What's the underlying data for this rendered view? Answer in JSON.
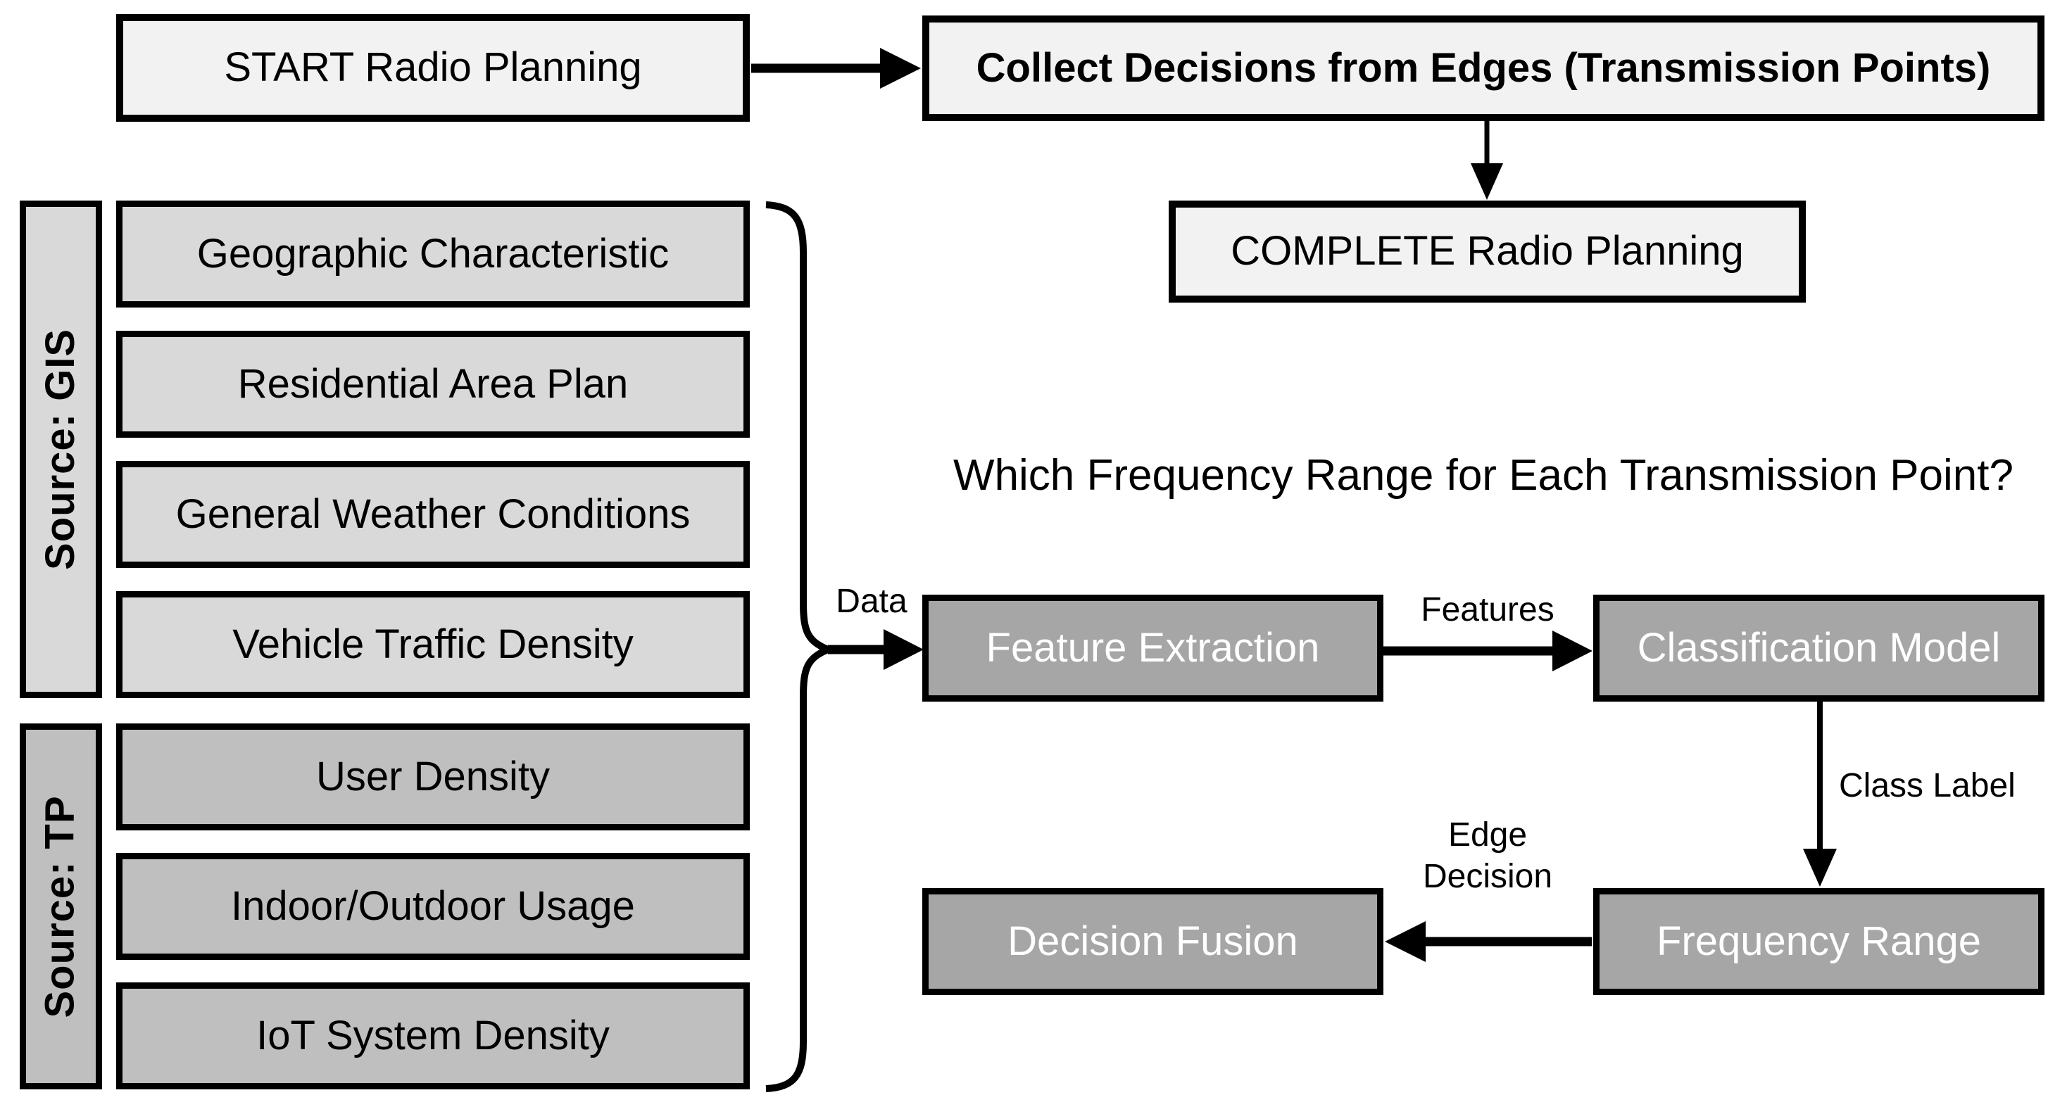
{
  "diagram": {
    "title_question": "Which Frequency Range for Each Transmission Point?",
    "top_flow": {
      "start": "START Radio Planning",
      "collect": "Collect Decisions from Edges (Transmission Points)",
      "complete": "COMPLETE Radio Planning"
    },
    "sources": [
      {
        "label": "Source: GIS",
        "items": [
          "Geographic Characteristic",
          "Residential Area Plan",
          "General Weather Conditions",
          "Vehicle Traffic Density"
        ]
      },
      {
        "label": "Source: TP",
        "items": [
          "User Density",
          "Indoor/Outdoor Usage",
          "IoT System Density"
        ]
      }
    ],
    "pipeline": {
      "feature_extraction": "Feature Extraction",
      "classification_model": "Classification Model",
      "frequency_range": "Frequency Range",
      "decision_fusion": "Decision Fusion"
    },
    "edge_labels": {
      "data": "Data",
      "features": "Features",
      "class_label": "Class Label",
      "edge_decision_line1": "Edge",
      "edge_decision_line2": "Decision"
    },
    "colors": {
      "light_box": "#f2f2f2",
      "gis_box": "#d9d9d9",
      "tp_box": "#bfbfbf",
      "dark_box": "#a6a6a6",
      "dark_box_text": "#ffffff",
      "line": "#000000"
    }
  }
}
